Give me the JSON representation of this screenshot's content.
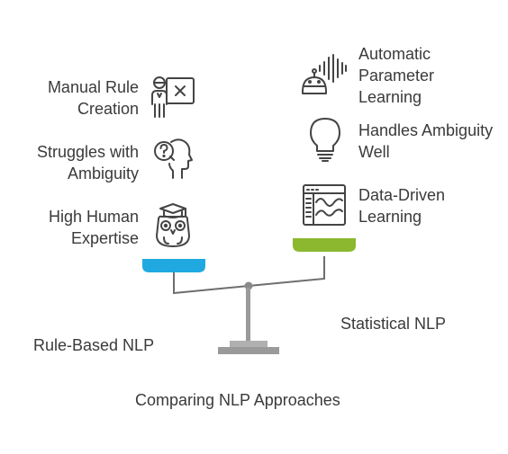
{
  "left_side": {
    "title": "Rule-Based NLP",
    "items": [
      {
        "label": "Manual Rule Creation",
        "icon": "manual-rule-icon"
      },
      {
        "label": "Struggles with Ambiguity",
        "icon": "question-head-icon"
      },
      {
        "label": "High Human Expertise",
        "icon": "owl-icon"
      }
    ],
    "pan_color": "#1fa9e0"
  },
  "right_side": {
    "title": "Statistical NLP",
    "items": [
      {
        "label": "Automatic Parameter Learning",
        "icon": "robot-voice-icon"
      },
      {
        "label": "Handles Ambiguity Well",
        "icon": "lightbulb-icon"
      },
      {
        "label": "Data-Driven Learning",
        "icon": "data-chart-icon"
      }
    ],
    "pan_color": "#8bb82f"
  },
  "caption": "Comparing NLP Approaches",
  "scale_color": "#7a7a7a"
}
